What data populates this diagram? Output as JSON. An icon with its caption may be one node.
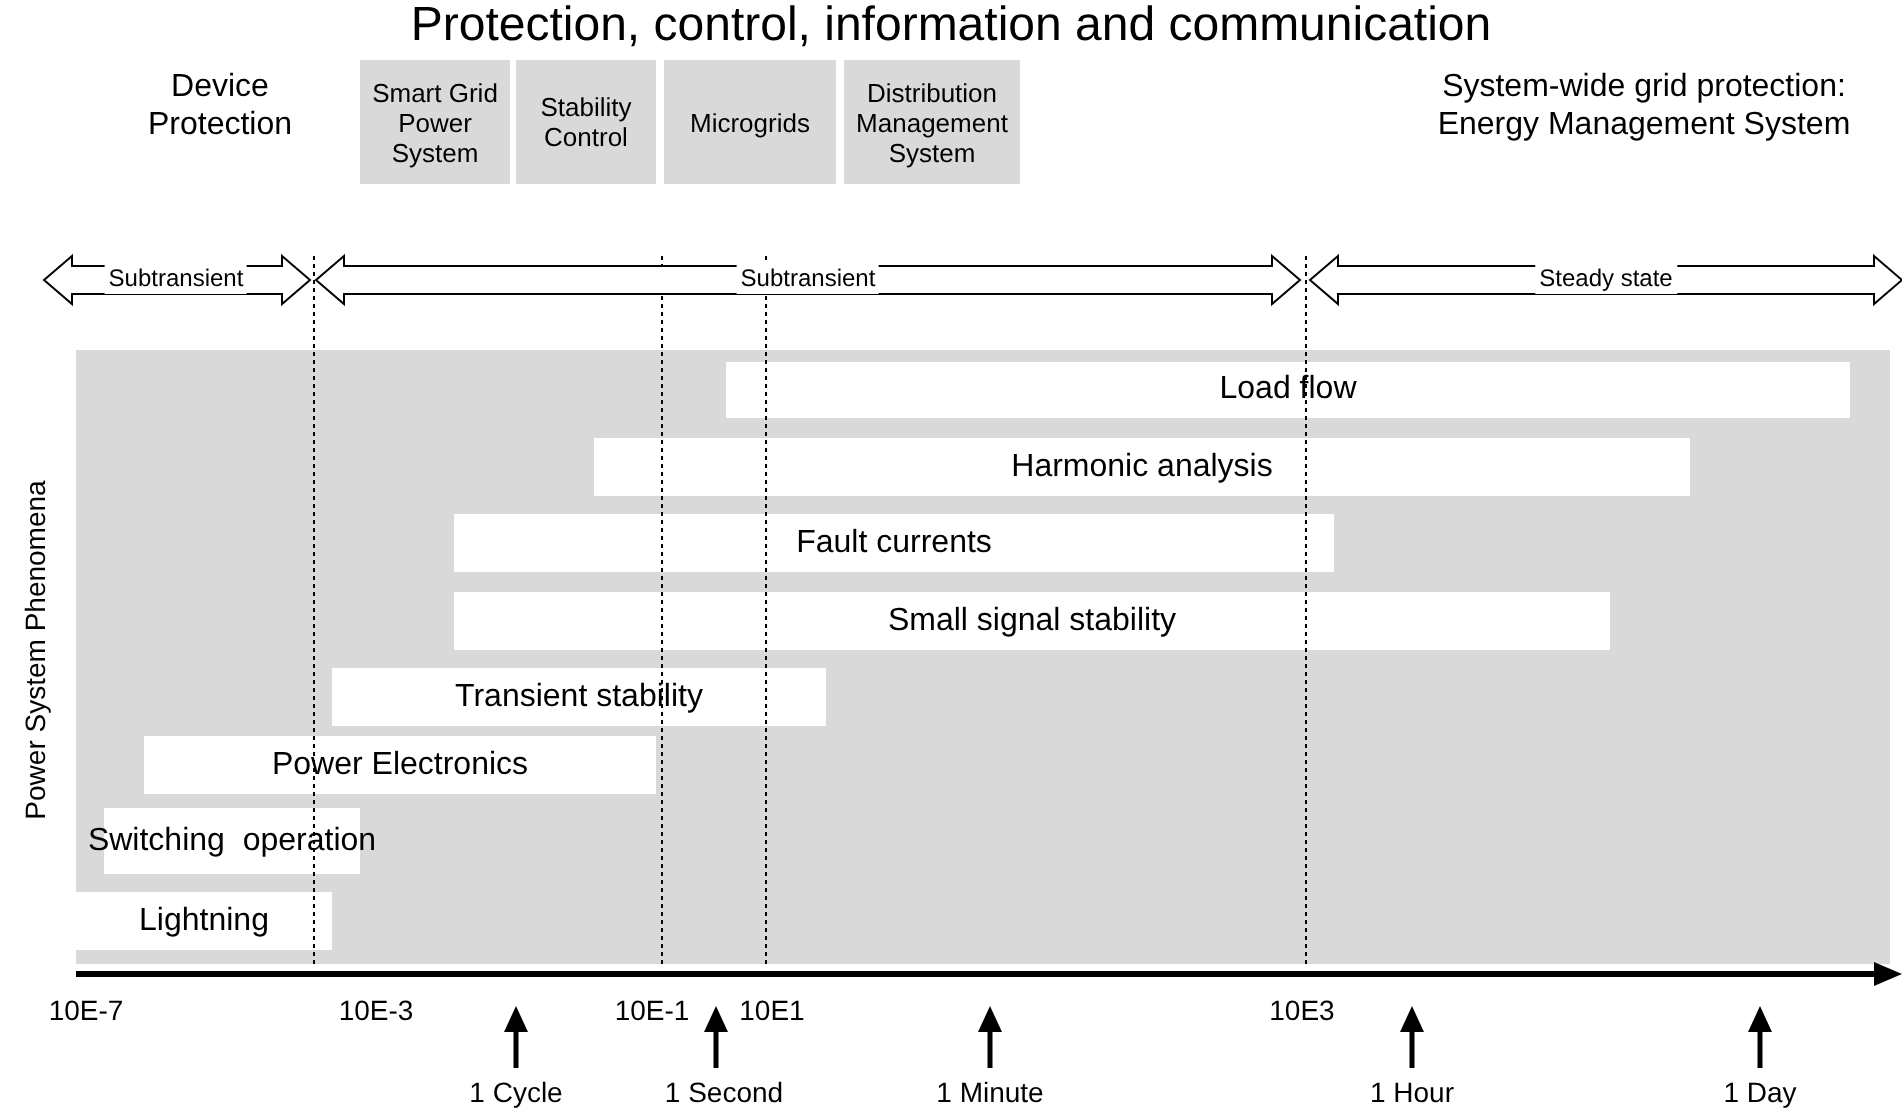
{
  "diagram": {
    "title": "Protection, control, information and communication",
    "nodes": [
      {
        "text": [
          "Smart Grid Power System"
        ]
      },
      {
        "text": [
          "Stability Control"
        ]
      },
      {
        "text": [
          "Microgrids"
        ]
      },
      {
        "text": [
          "Distribution Management System"
        ]
      },
      {
        "text": [],
        "shape": "box"
      },
      {
        "text": [
          "Load flow"
        ],
        "in": 4
      },
      {
        "text": [
          "Harmonic analysis"
        ],
        "in": 4
      },
      {
        "text": [
          "Fault currents"
        ],
        "in": 4
      },
      {
        "text": [
          "Small signal stability"
        ],
        "in": 4
      },
      {
        "text": [
          "Transient stability"
        ],
        "in": 4
      },
      {
        "text": [
          "Power Electronics"
        ],
        "in": 4
      },
      {
        "text": [
          "Switching  operation"
        ],
        "in": 4
      },
      {
        "text": [
          "Lightning"
        ],
        "in": 4
      }
    ],
    "edges": [],
    "labels": [
      "Device Protection",
      "System-wide grid protection: Energy Management System",
      "Subtransient",
      "Subtransient",
      "Steady state",
      "Power System Phenomena",
      "10E-7",
      "10E-3",
      "10E-1",
      "10E1",
      "10E3",
      "1 Cycle",
      "1 Second",
      "1 Minute",
      "1 Hour",
      "1 Day"
    ]
  }
}
